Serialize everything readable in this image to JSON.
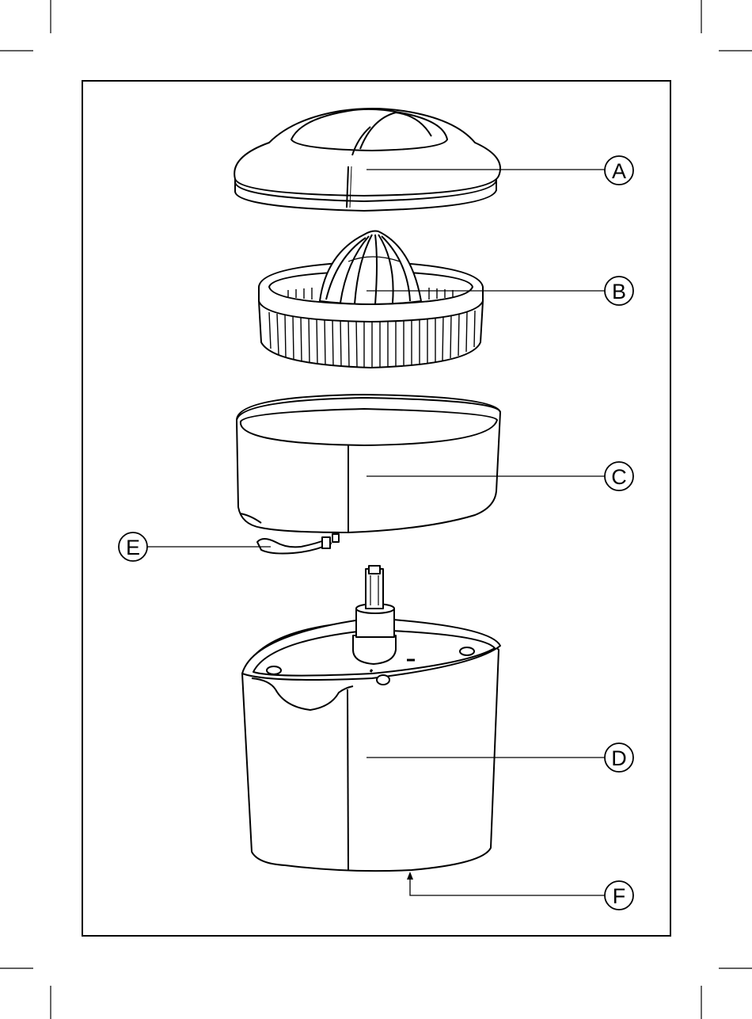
{
  "callouts": {
    "a": "A",
    "b": "B",
    "c": "C",
    "d": "D",
    "e": "E",
    "f": "F"
  },
  "colors": {
    "ink": "#000000",
    "paper": "#ffffff"
  }
}
